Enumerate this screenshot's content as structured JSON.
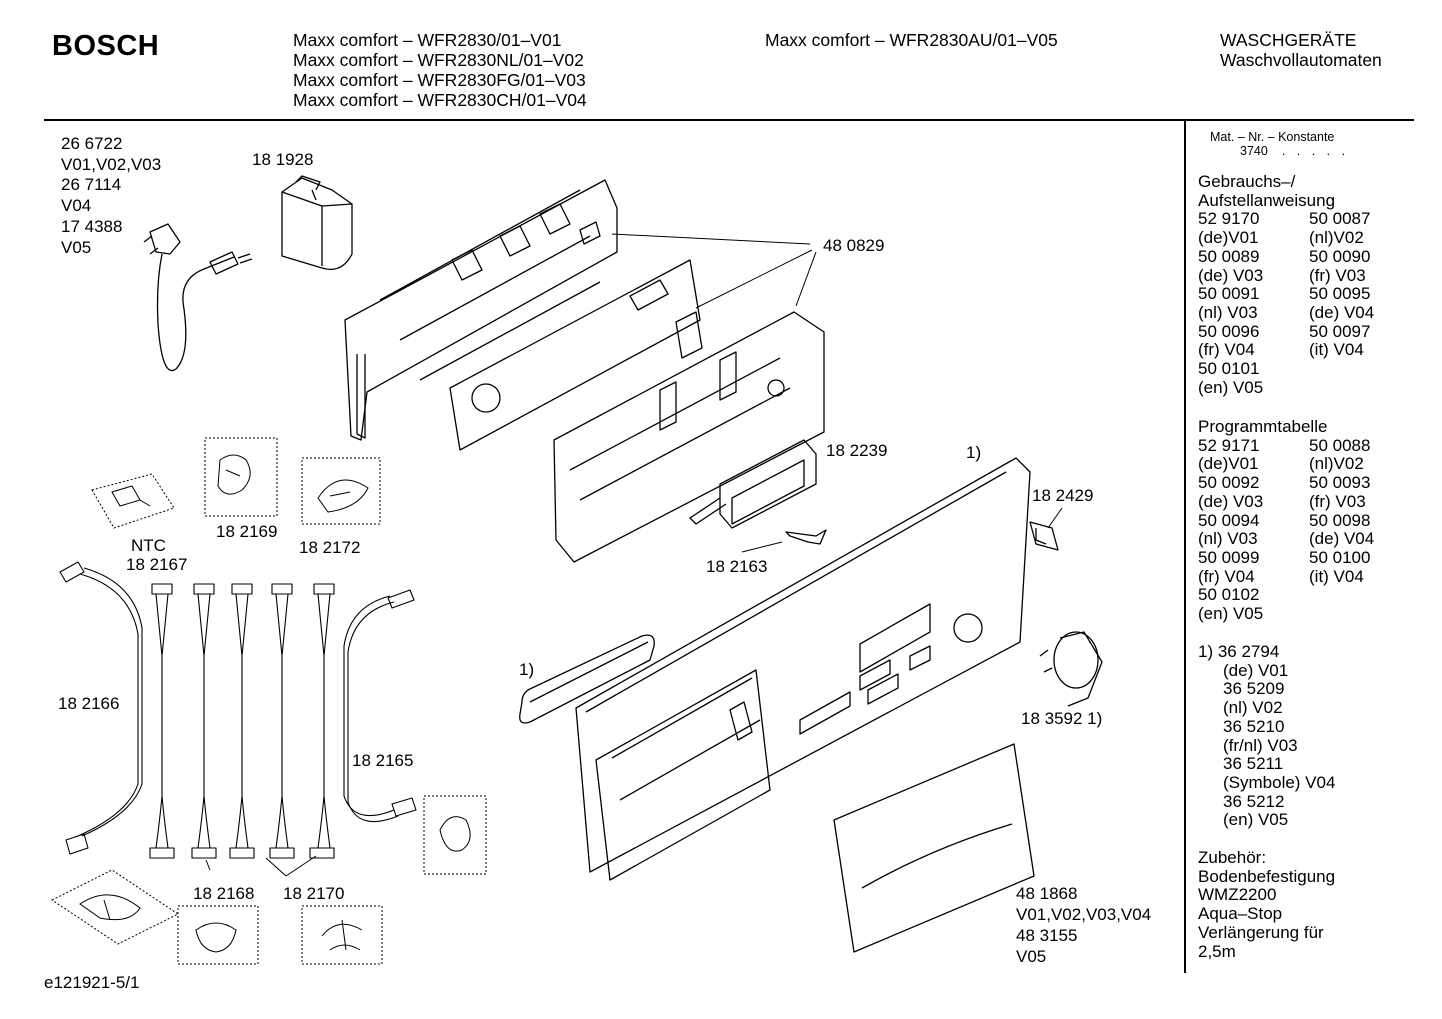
{
  "header": {
    "brand": "BOSCH",
    "models_col1": [
      "Maxx comfort – WFR2830/01–V01",
      "Maxx comfort – WFR2830NL/01–V02",
      "Maxx comfort – WFR2830FG/01–V03",
      "Maxx comfort – WFR2830CH/01–V04"
    ],
    "models_col2": [
      "Maxx comfort – WFR2830AU/01–V05"
    ],
    "category": [
      "WASCHGERÄTE",
      "Waschvollautomaten"
    ]
  },
  "labels": {
    "power_cord": [
      "26 6722",
      "V01,V02,V03",
      "26 7114",
      "V04",
      "17 4388",
      "V05"
    ],
    "interference_filter": "18 1928",
    "control_module": "48 0829",
    "display_cover": "18 2239",
    "panel_note": "1)",
    "bracket": "18 2429",
    "pin": "18 2163",
    "ntc": "NTC",
    "ntc_code": "18 2167",
    "harness_a": "18 2169",
    "harness_b": "18 2172",
    "harness_left": "18 2166",
    "harness_right": "18 2165",
    "seal_note": "1)",
    "knob": "18 3592 1)",
    "harness_c": "18 2168",
    "harness_d": "18 2170",
    "drawer_handle": [
      "48 1868",
      "V01,V02,V03,V04",
      "48 3155",
      "V05"
    ],
    "footer_id": "e121921-5/1"
  },
  "sidebar": {
    "mat_title": "Mat. – Nr. – Konstante",
    "mat_value": "3740",
    "mat_dots": ". . . . .",
    "manual_title": [
      "Gebrauchs–/",
      "Aufstellanweisung"
    ],
    "manual_rows": [
      [
        "52 9170",
        "50 0087"
      ],
      [
        "(de)V01",
        "(nl)V02"
      ],
      [
        "50 0089",
        "50 0090"
      ],
      [
        "(de) V03",
        "(fr) V03"
      ],
      [
        "50 0091",
        "50 0095"
      ],
      [
        "(nl) V03",
        "(de) V04"
      ],
      [
        "50 0096",
        "50 0097"
      ],
      [
        "(fr) V04",
        "(it) V04"
      ],
      [
        "50 0101",
        ""
      ],
      [
        "(en) V05",
        ""
      ]
    ],
    "program_title": "Programmtabelle",
    "program_rows": [
      [
        "52 9171",
        "50 0088"
      ],
      [
        "(de)V01",
        "(nl)V02"
      ],
      [
        "50 0092",
        "50 0093"
      ],
      [
        "(de) V03",
        "(fr) V03"
      ],
      [
        "50 0094",
        "50 0098"
      ],
      [
        "(nl) V03",
        "(de) V04"
      ],
      [
        "50 0099",
        "50 0100"
      ],
      [
        "(fr) V04",
        "(it) V04"
      ],
      [
        "50 0102",
        ""
      ],
      [
        "(en) V05",
        ""
      ]
    ],
    "footnote": [
      "1) 36 2794",
      "(de) V01",
      "36 5209",
      "(nl) V02",
      "36 5210",
      "(fr/nl) V03",
      "36 5211",
      "(Symbole) V04",
      "36 5212",
      "(en) V05"
    ],
    "accessories": [
      "Zubehör:",
      "Bodenbefestigung",
      "WMZ2200",
      "Aqua–Stop",
      "Verlängerung für",
      "2,5m"
    ]
  }
}
